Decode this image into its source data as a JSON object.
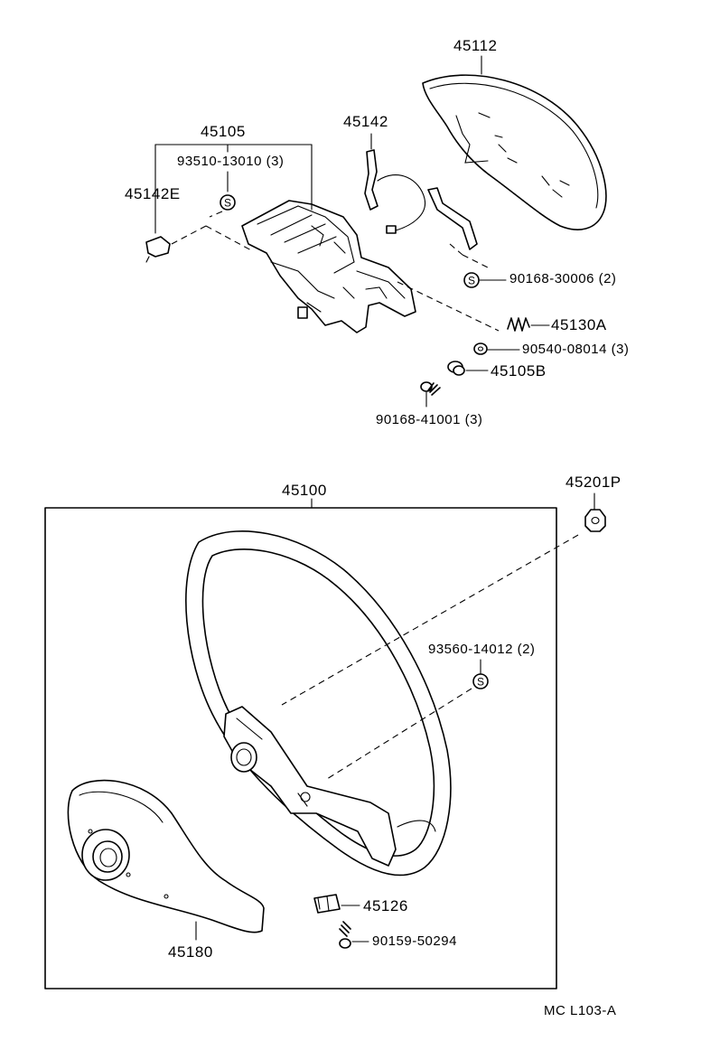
{
  "labels": {
    "p45112": "45112",
    "p45105": "45105",
    "p45142": "45142",
    "p93510": "93510-13010 (3)",
    "p45142E": "45142E",
    "p90168_30006": "90168-30006 (2)",
    "p45130A": "45130A",
    "p90540": "90540-08014 (3)",
    "p45105B": "45105B",
    "p90168_41001": "90168-41001 (3)",
    "p45100": "45100",
    "p45201P": "45201P",
    "p93560": "93560-14012 (2)",
    "p45126": "45126",
    "p90159": "90159-50294",
    "p45180": "45180",
    "diagram_code": "MC L103-A"
  },
  "symbols": {
    "standard_part": "S"
  },
  "icons": [
    "horn-pad-icon",
    "horn-bracket-icon",
    "horn-contact-icon",
    "spring-icon",
    "washer-icon",
    "bushing-icon",
    "screw-icon",
    "clip-icon",
    "nut-icon",
    "steering-wheel-icon",
    "wheel-cover-icon",
    "bracket-icon",
    "standard-part-symbol-icon"
  ]
}
